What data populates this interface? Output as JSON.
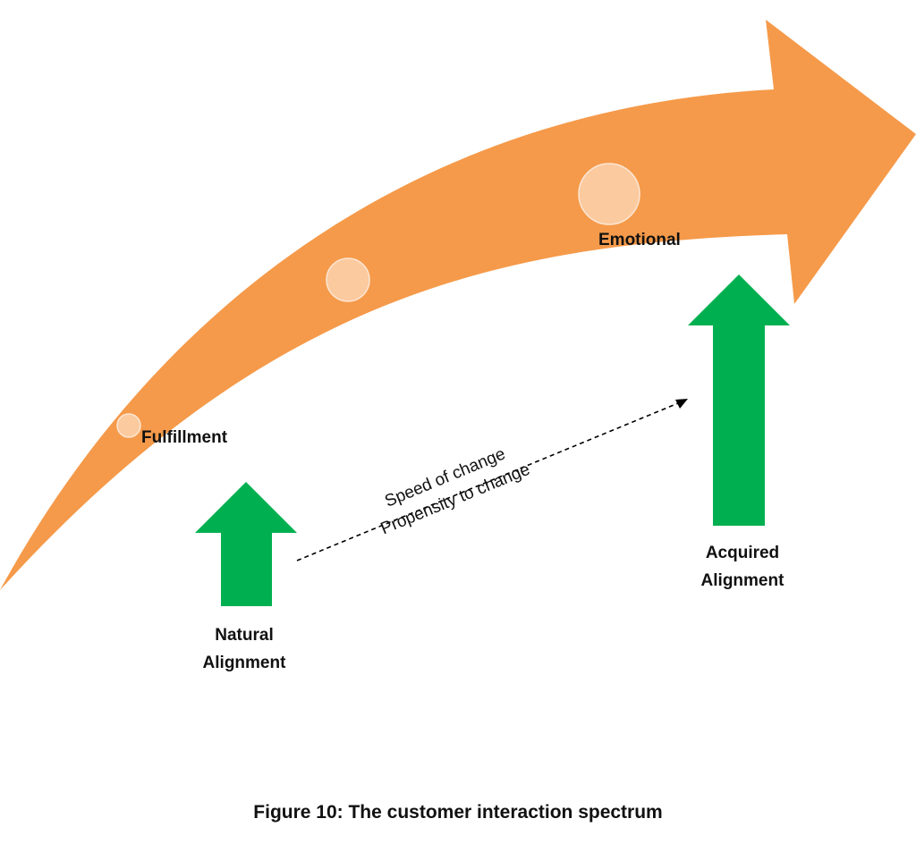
{
  "diagram": {
    "arrow_color": "#F59A4A",
    "up_arrow_color": "#00B050",
    "labels": {
      "fulfillment": "Fulfillment",
      "emotional": "Emotional",
      "speed_of_change": "Speed of change",
      "propensity_to_change": "Propensity to change",
      "natural_alignment": [
        "Natural",
        "Alignment"
      ],
      "acquired_alignment": [
        "Acquired",
        "Alignment"
      ]
    }
  },
  "caption": "Figure 10: The customer interaction spectrum"
}
